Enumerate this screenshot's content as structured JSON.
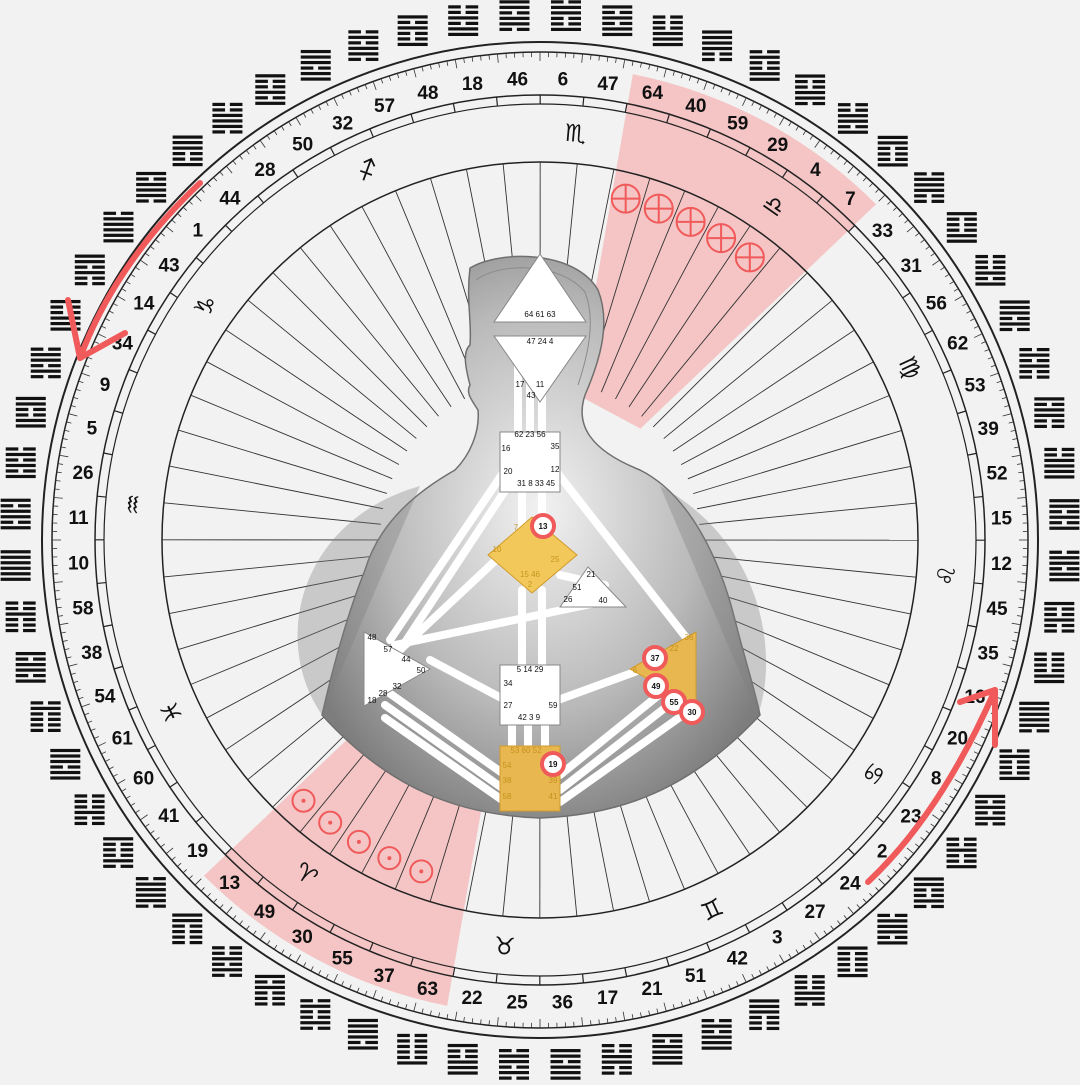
{
  "mandala": {
    "gates": [
      "10",
      "11",
      "26",
      "5",
      "9",
      "34",
      "14",
      "43",
      "1",
      "44",
      "28",
      "50",
      "32",
      "57",
      "48",
      "18",
      "46",
      "6",
      "47",
      "64",
      "40",
      "59",
      "29",
      "4",
      "7",
      "33",
      "31",
      "56",
      "62",
      "53",
      "39",
      "52",
      "15",
      "12",
      "45",
      "35",
      "16",
      "20",
      "8",
      "23",
      "2",
      "24",
      "27",
      "3",
      "42",
      "51",
      "21",
      "17",
      "36",
      "25",
      "22",
      "63",
      "37",
      "55",
      "30",
      "49",
      "13",
      "19",
      "41",
      "60",
      "61",
      "54",
      "38",
      "58"
    ],
    "signs": [
      {
        "glyph": "♐",
        "name": "sagittarius-icon"
      },
      {
        "glyph": "♏",
        "name": "scorpio-icon"
      },
      {
        "glyph": "♎",
        "name": "libra-icon"
      },
      {
        "glyph": "♍",
        "name": "virgo-icon"
      },
      {
        "glyph": "♌",
        "name": "leo-icon"
      },
      {
        "glyph": "♋",
        "name": "cancer-icon"
      },
      {
        "glyph": "♊",
        "name": "gemini-icon"
      },
      {
        "glyph": "♉",
        "name": "taurus-icon"
      },
      {
        "glyph": "♈",
        "name": "aries-icon"
      },
      {
        "glyph": "♓",
        "name": "pisces-icon"
      },
      {
        "glyph": "♒",
        "name": "aquarius-icon"
      },
      {
        "glyph": "♑",
        "name": "capricorn-icon"
      }
    ],
    "hex_lines": [
      [
        1,
        1,
        1,
        1,
        1,
        1
      ],
      [
        1,
        0,
        1,
        1,
        0,
        1
      ],
      [
        0,
        1,
        0,
        1,
        0,
        1
      ],
      [
        1,
        1,
        0,
        0,
        1,
        1
      ],
      [
        0,
        1,
        1,
        0,
        1,
        0
      ],
      [
        1,
        0,
        0,
        1,
        1,
        1
      ],
      [
        1,
        1,
        0,
        1,
        0,
        0
      ],
      [
        0,
        1,
        1,
        1,
        1,
        1
      ],
      [
        1,
        0,
        1,
        1,
        1,
        0
      ],
      [
        1,
        1,
        1,
        0,
        0,
        1
      ],
      [
        0,
        0,
        1,
        1,
        1,
        0
      ],
      [
        1,
        0,
        0,
        1,
        0,
        1
      ],
      [
        1,
        1,
        1,
        0,
        1,
        1
      ],
      [
        0,
        1,
        0,
        1,
        1,
        0
      ],
      [
        1,
        0,
        1,
        0,
        0,
        1
      ],
      [
        0,
        0,
        1,
        0,
        1,
        1
      ],
      [
        1,
        1,
        0,
        1,
        1,
        0
      ],
      [
        0,
        1,
        1,
        0,
        0,
        1
      ],
      [
        1,
        0,
        1,
        0,
        1,
        1
      ],
      [
        0,
        0,
        0,
        1,
        1,
        1
      ],
      [
        1,
        1,
        1,
        1,
        0,
        0
      ],
      [
        0,
        1,
        0,
        0,
        1,
        1
      ],
      [
        1,
        0,
        0,
        1,
        1,
        0
      ],
      [
        0,
        0,
        1,
        1,
        0,
        1
      ],
      [
        1,
        1,
        0,
        0,
        0,
        1
      ],
      [
        0,
        1,
        1,
        1,
        0,
        0
      ],
      [
        1,
        0,
        0,
        0,
        1,
        1
      ],
      [
        0,
        0,
        0,
        1,
        0,
        1
      ],
      [
        1,
        1,
        1,
        0,
        1,
        0
      ],
      [
        0,
        1,
        0,
        1,
        0,
        0
      ],
      [
        1,
        0,
        1,
        1,
        0,
        0
      ],
      [
        0,
        0,
        1,
        1,
        1,
        1
      ],
      [
        1,
        1,
        0,
        1,
        0,
        1
      ],
      [
        0,
        1,
        1,
        0,
        1,
        1
      ],
      [
        1,
        0,
        0,
        1,
        0,
        0
      ],
      [
        0,
        0,
        0,
        0,
        1,
        1
      ],
      [
        1,
        1,
        1,
        1,
        1,
        0
      ],
      [
        0,
        1,
        0,
        0,
        0,
        1
      ],
      [
        1,
        0,
        1,
        0,
        1,
        0
      ],
      [
        0,
        0,
        1,
        0,
        0,
        1
      ],
      [
        1,
        1,
        0,
        0,
        1,
        0
      ],
      [
        0,
        1,
        1,
        1,
        0,
        1
      ],
      [
        1,
        0,
        0,
        0,
        0,
        1
      ],
      [
        0,
        0,
        0,
        1,
        1,
        0
      ],
      [
        1,
        1,
        1,
        0,
        0,
        0
      ],
      [
        0,
        1,
        0,
        1,
        1,
        1
      ],
      [
        1,
        0,
        1,
        1,
        1,
        1
      ],
      [
        0,
        0,
        1,
        1,
        0,
        0
      ],
      [
        1,
        1,
        0,
        1,
        1,
        1
      ],
      [
        0,
        1,
        1,
        0,
        1,
        0
      ],
      [
        1,
        0,
        0,
        1,
        1,
        1
      ],
      [
        0,
        0,
        0,
        0,
        0,
        1
      ],
      [
        1,
        1,
        1,
        1,
        0,
        1
      ],
      [
        0,
        1,
        0,
        0,
        1,
        0
      ],
      [
        1,
        0,
        1,
        0,
        0,
        0
      ],
      [
        0,
        0,
        1,
        0,
        1,
        0
      ],
      [
        1,
        1,
        0,
        0,
        0,
        0
      ],
      [
        0,
        1,
        1,
        1,
        1,
        0
      ],
      [
        1,
        0,
        0,
        0,
        1,
        0
      ],
      [
        0,
        0,
        0,
        1,
        0,
        0
      ],
      [
        1,
        1,
        1,
        0,
        1,
        1
      ],
      [
        0,
        1,
        0,
        0,
        0,
        0
      ],
      [
        1,
        0,
        1,
        1,
        0,
        1
      ],
      [
        0,
        0,
        1,
        0,
        0,
        0
      ]
    ],
    "personality_marks": [
      "13",
      "49",
      "30",
      "55",
      "37"
    ],
    "design_marks": [
      "64",
      "40",
      "59",
      "29",
      "4"
    ]
  },
  "bodygraph": {
    "head": [
      "64 61 63"
    ],
    "ajna": [
      "47 24 4",
      "17",
      "11",
      "43"
    ],
    "throat": [
      "62 23 56",
      "16",
      "35",
      "20",
      "12",
      "31 8 33 45"
    ],
    "g": [
      "7",
      "10",
      "25",
      "15 46",
      "2"
    ],
    "ego": [
      "21",
      "51",
      "26",
      "40"
    ],
    "spleen": [
      "48",
      "57",
      "44",
      "50",
      "32",
      "28",
      "18"
    ],
    "sacral": [
      "5 14 29",
      "34",
      "27",
      "59",
      "42 3 9"
    ],
    "solar": [
      "36",
      "22",
      "6"
    ],
    "root": [
      "53 60 52",
      "54",
      "38",
      "58",
      "39",
      "41"
    ],
    "active_gates": [
      "13",
      "37",
      "49",
      "55",
      "30",
      "19"
    ]
  },
  "colors": {
    "highlight_pink": "#f5b5b5",
    "arrow_red": "#f05a5a",
    "defined_center": "#e9b750",
    "defined_g": "#f2c85a",
    "open_center": "#ffffff",
    "body_gray": "#9a9a9a"
  }
}
